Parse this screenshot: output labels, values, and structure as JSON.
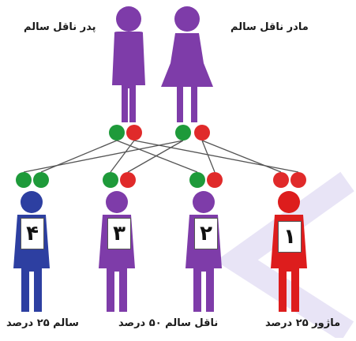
{
  "parents": {
    "father_label": "پدر ناقل سالم",
    "mother_label": "مادر ناقل سالم"
  },
  "children": [
    {
      "number": "۱",
      "color": "#dd1d1d"
    },
    {
      "number": "۲",
      "color": "#7e3ca9"
    },
    {
      "number": "۳",
      "color": "#7e3ca9"
    },
    {
      "number": "۴",
      "color": "#2d3fa1"
    }
  ],
  "captions": {
    "affected": "ماژور ۲۵ درصد",
    "carrier": "ناقل سالم ۵۰ درصد",
    "healthy": "سالم ۲۵ درصد"
  },
  "colors": {
    "parent": "#7e3ca9",
    "allele_green": "#1e9a3a",
    "allele_red": "#e02a2a",
    "line": "#555555",
    "watermark": "#d9d2f0"
  }
}
